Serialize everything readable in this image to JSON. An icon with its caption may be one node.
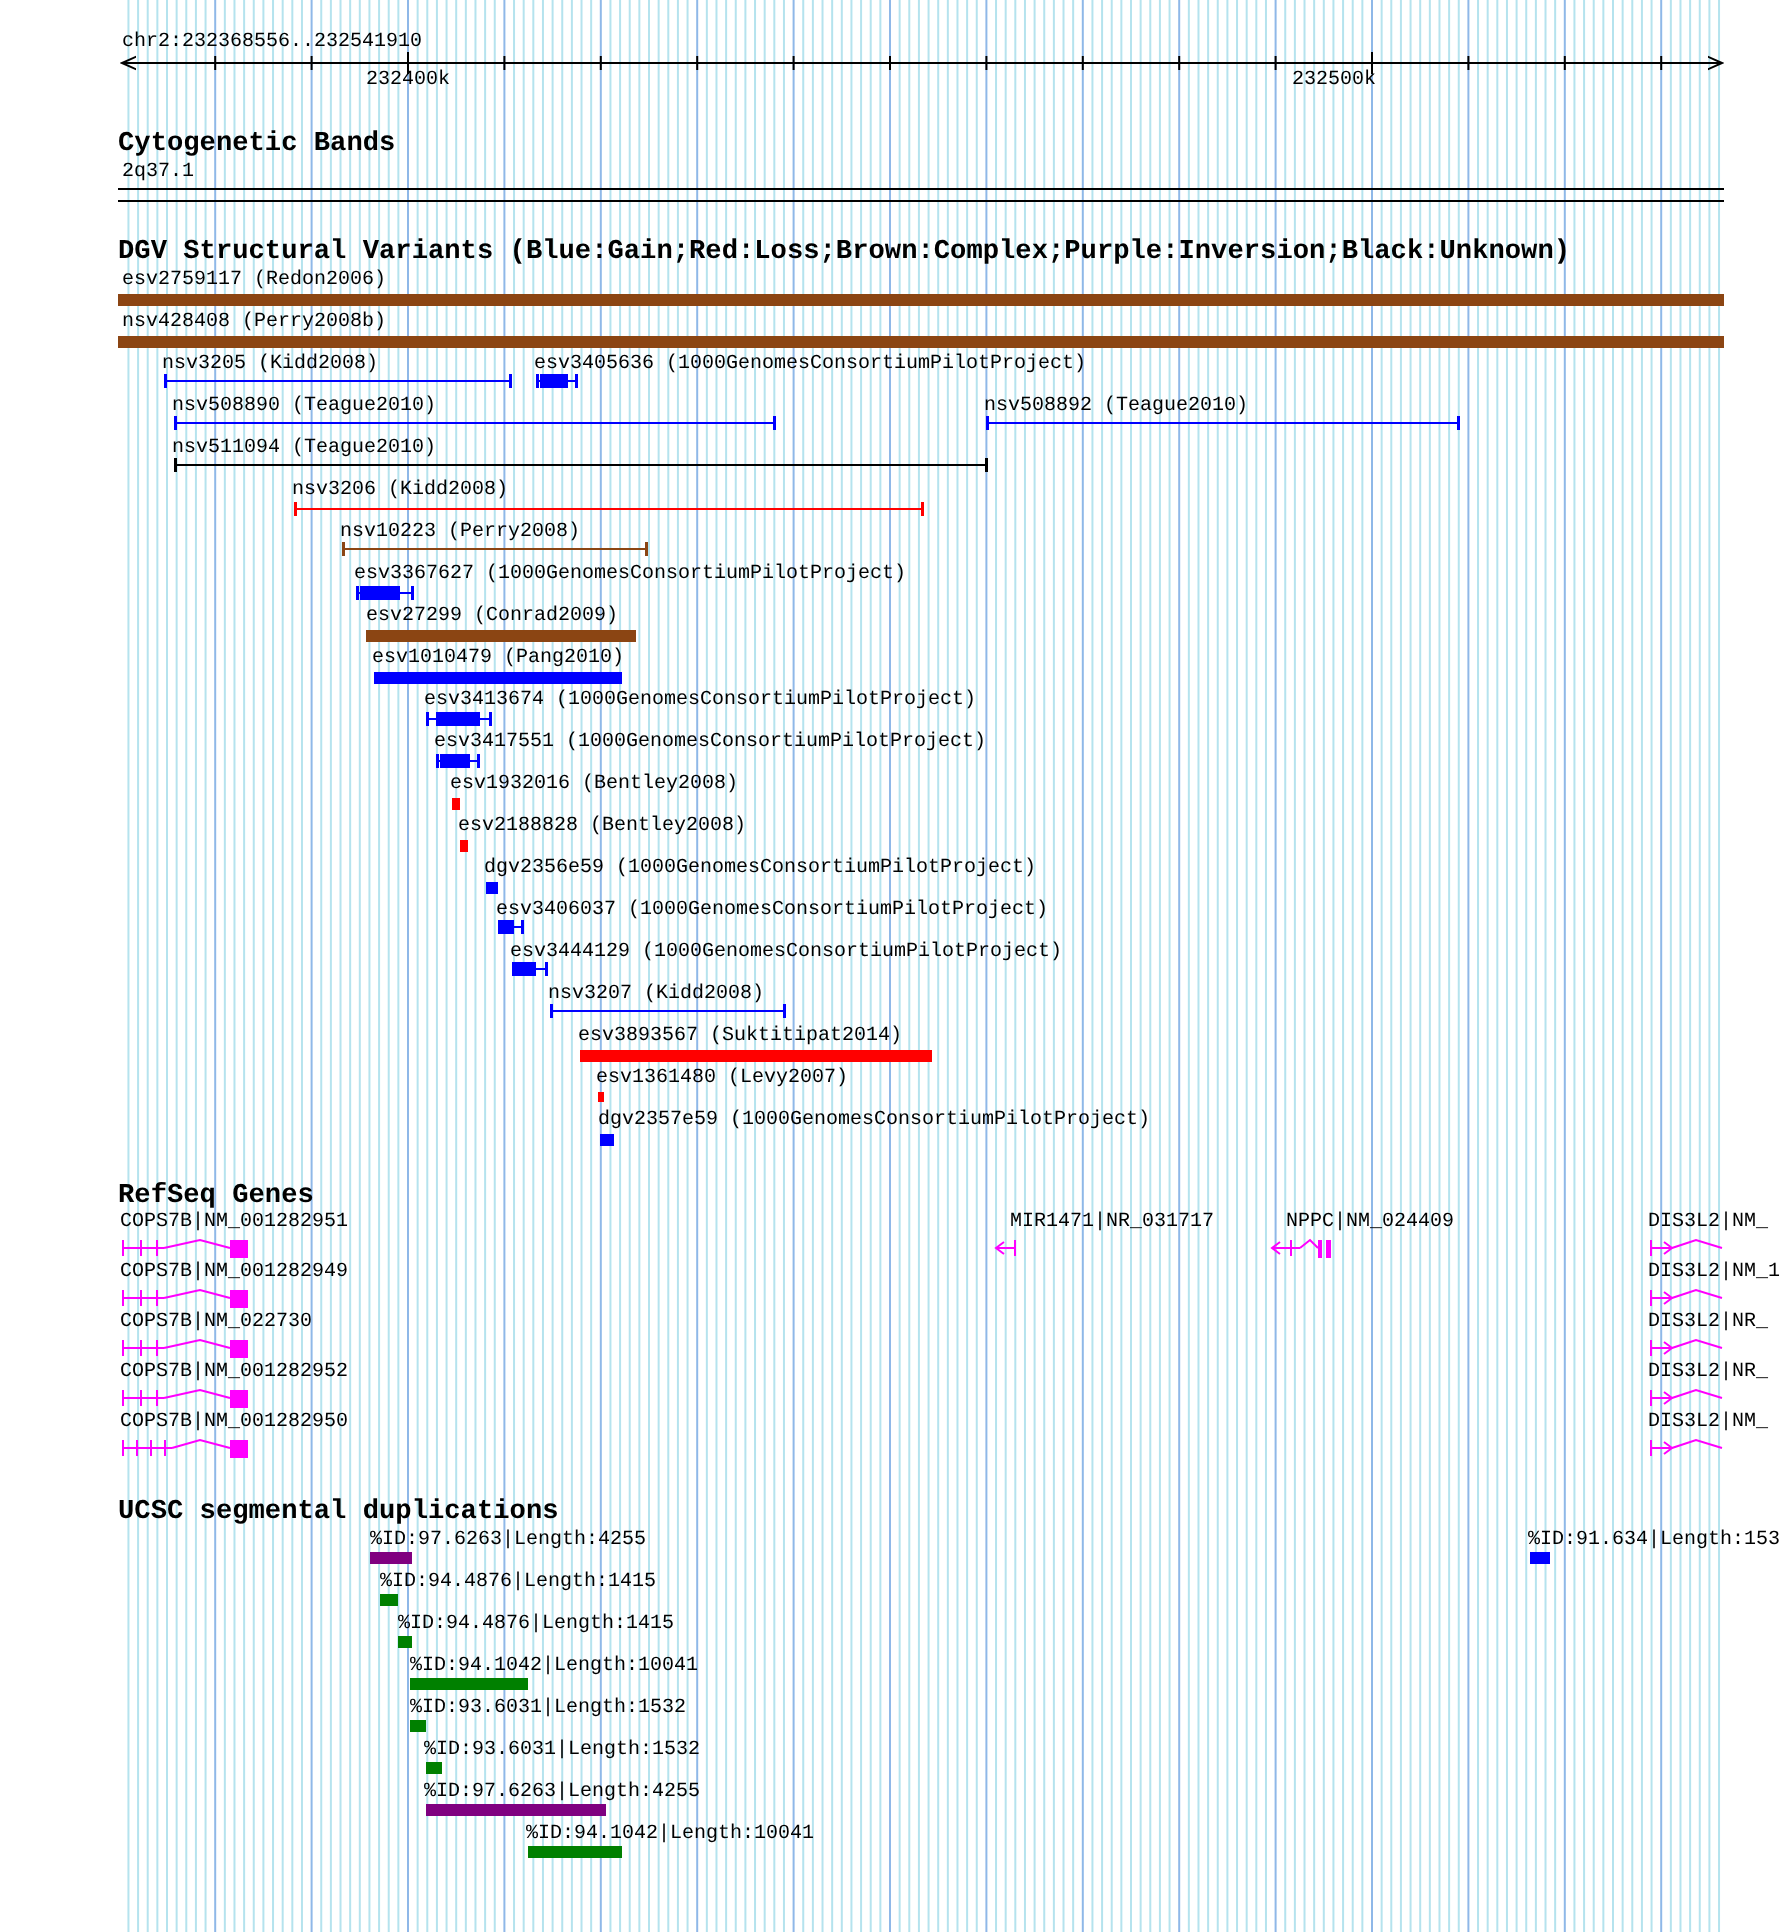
{
  "diagram": {
    "labels": [
      "chr2:232368556..232541910",
      "232400k",
      "232500k",
      "Cytogenetic Bands",
      "2q37.1",
      "DGV Structural Variants (Blue:Gain;Red:Loss;Brown:Complex;Purple:Inversion;Black:Unknown)",
      "esv2759117 (Redon2006)",
      "nsv428408 (Perry2008b)",
      "nsv3205 (Kidd2008)",
      "esv3405636 (1000GenomesConsortiumPilotProject)",
      "nsv508890 (Teague2010)",
      "nsv508892 (Teague2010)",
      "nsv511094 (Teague2010)",
      "nsv3206 (Kidd2008)",
      "nsv10223 (Perry2008)",
      "esv3367627 (1000GenomesConsortiumPilotProject)",
      "esv27299 (Conrad2009)",
      "esv1010479 (Pang2010)",
      "esv3413674 (1000GenomesConsortiumPilotProject)",
      "esv3417551 (1000GenomesConsortiumPilotProject)",
      "esv1932016 (Bentley2008)",
      "esv2188828 (Bentley2008)",
      "dgv2356e59 (1000GenomesConsortiumPilotProject)",
      "esv3406037 (1000GenomesConsortiumPilotProject)",
      "esv3444129 (1000GenomesConsortiumPilotProject)",
      "nsv3207 (Kidd2008)",
      "esv3893567 (Suktitipat2014)",
      "esv1361480 (Levy2007)",
      "dgv2357e59 (1000GenomesConsortiumPilotProject)",
      "RefSeq Genes",
      "COPS7B|NM_001282951",
      "MIR1471|NR_031717",
      "NPPC|NM_024409",
      "DIS3L2|NM_",
      "COPS7B|NM_001282949",
      "DIS3L2|NM_1",
      "COPS7B|NM_022730",
      "DIS3L2|NR_",
      "COPS7B|NM_001282952",
      "DIS3L2|NR_",
      "COPS7B|NM_001282950",
      "DIS3L2|NM_",
      "UCSC segmental duplications",
      "%ID:97.6263|Length:4255",
      "%ID:91.634|Length:153",
      "%ID:94.4876|Length:1415",
      "%ID:94.4876|Length:1415",
      "%ID:94.1042|Length:10041",
      "%ID:93.6031|Length:1532",
      "%ID:93.6031|Length:1532",
      "%ID:97.6263|Length:4255",
      "%ID:94.1042|Length:10041"
    ]
  }
}
